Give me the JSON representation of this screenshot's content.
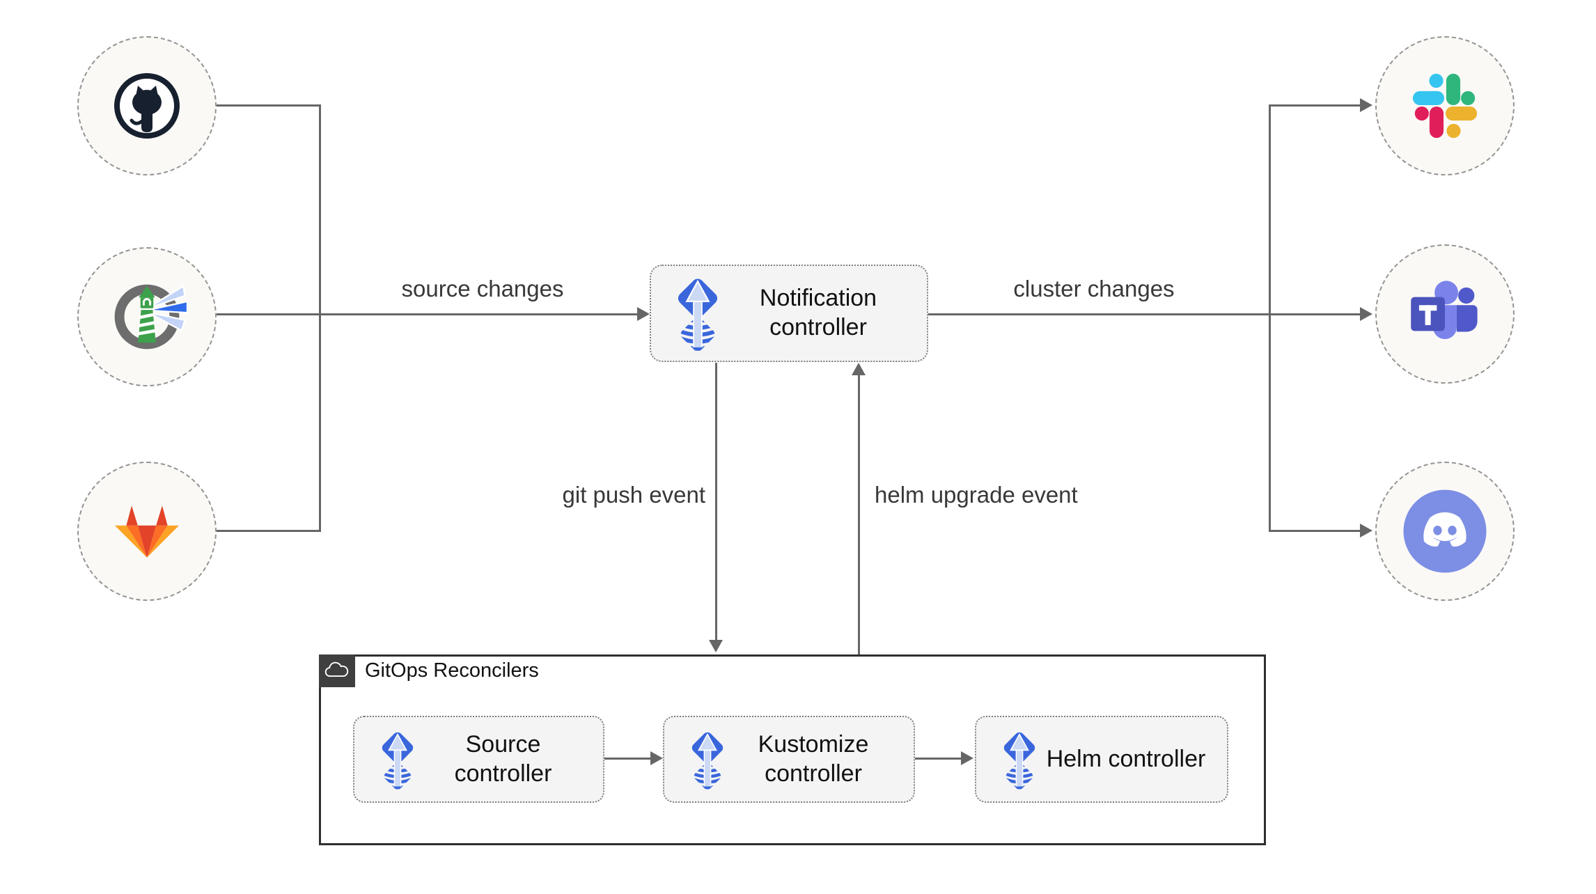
{
  "colors": {
    "line": "#666666",
    "label-text": "#383838",
    "node-text": "#111111",
    "node-bg": "#faf9f6",
    "node-border": "#949494",
    "box-bg": "#f4f4f4",
    "box-border": "#7f7f7f",
    "group-border": "#2f2f2f",
    "badge-bg": "#3f3f3f",
    "flux-blue": "#3a66dc",
    "flux-arrow": "#ccd9f5",
    "github-dark": "#17202e",
    "harbor-gray": "#6d6d6d",
    "harbor-green": "#3da14c",
    "harbor-beam": "#2f6bea",
    "harbor-beam-light": "#c3d4f7",
    "gitlab-red": "#e24329",
    "gitlab-orange": "#fc6d26",
    "gitlab-yellow": "#fca326",
    "slack-blue": "#36C5F0",
    "slack-green": "#2EB67D",
    "slack-red": "#E01E5A",
    "slack-yellow": "#ECB22E",
    "teams-purple": "#4b53bc",
    "teams-light": "#7b83eb",
    "teams-mid": "#5059c9",
    "discord-blurple": "#7d8ee5"
  },
  "nodes": {
    "notification_controller": {
      "label": "Notification controller"
    },
    "sources": [
      {
        "icon": "github-icon"
      },
      {
        "icon": "harbor-icon"
      },
      {
        "icon": "gitlab-icon"
      }
    ],
    "alert_providers": [
      {
        "icon": "slack-icon"
      },
      {
        "icon": "microsoft-teams-icon"
      },
      {
        "icon": "discord-icon"
      }
    ]
  },
  "edges": {
    "source_changes": "source changes",
    "cluster_changes": "cluster changes",
    "git_push_event": "git push event",
    "helm_upgrade_event": "helm upgrade event"
  },
  "reconcilers": {
    "label": "GitOps Reconcilers",
    "badge_icon": "cloud-icon",
    "controllers": [
      {
        "label": "Source controller"
      },
      {
        "label": "Kustomize controller"
      },
      {
        "label": "Helm controller"
      }
    ]
  }
}
